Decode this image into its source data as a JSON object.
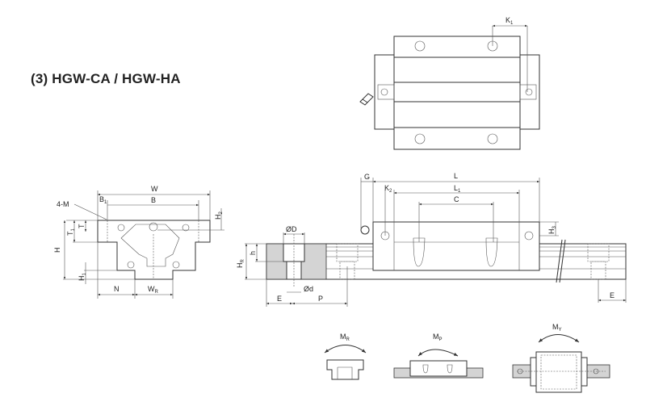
{
  "title": "(3) HGW-CA / HGW-HA",
  "top_view": {
    "k1": "K",
    "k1_sub": "1"
  },
  "front_view": {
    "w": "W",
    "b1": "B",
    "b1_sub": "1",
    "b": "B",
    "m": "4-M",
    "t1": "T",
    "t1_sub": "1",
    "t": "T",
    "h": "H",
    "h1": "H",
    "h1_sub": "1",
    "h2": "H",
    "h2_sub": "2",
    "n": "N",
    "wr": "W",
    "wr_sub": "R"
  },
  "side_view": {
    "g": "G",
    "l": "L",
    "k2": "K",
    "k2_sub": "2",
    "l1": "L",
    "l1_sub": "1",
    "c": "C",
    "h3": "H",
    "h3_sub": "3",
    "od": "ØD",
    "hr": "H",
    "hr_sub": "R",
    "h": "h",
    "sd": "Ød",
    "e": "E",
    "p": "P",
    "e_right": "E"
  },
  "moments": {
    "mr": "M",
    "mr_sub": "R",
    "mp": "M",
    "mp_sub": "P",
    "my": "M",
    "my_sub": "Y"
  }
}
